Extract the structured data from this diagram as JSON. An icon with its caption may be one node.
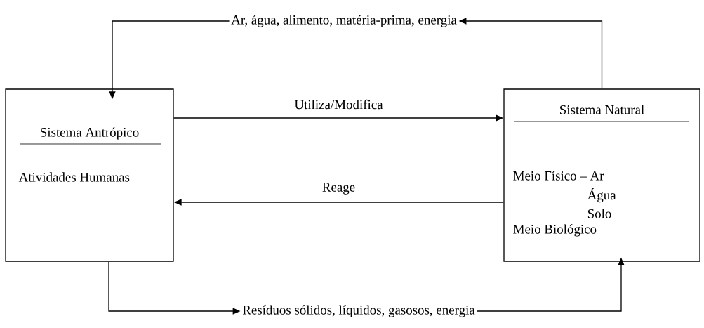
{
  "diagram": {
    "nodes": [
      {
        "text": [
          "Sistema Antrópico",
          "Atividades Humanas"
        ]
      },
      {
        "text": [
          "Sistema Natural",
          "Meio Físico – Ar",
          "Água",
          "Solo",
          "Meio Biológico"
        ]
      },
      {
        "text": [
          "Ar, água, alimento, matéria-prima, energia"
        ]
      },
      {
        "text": [
          "Resíduos sólidos, líquidos, gasosos, energia"
        ]
      }
    ],
    "edges": [
      {
        "from": 1,
        "to": 2,
        "arrow": "to"
      },
      {
        "from": 2,
        "to": 0,
        "arrow": "to"
      },
      {
        "from": 0,
        "to": 1,
        "arrow": "to",
        "label": "Utiliza/Modifica"
      },
      {
        "from": 1,
        "to": 0,
        "arrow": "to",
        "label": "Reage"
      },
      {
        "from": 0,
        "to": 3,
        "arrow": "to"
      },
      {
        "from": 3,
        "to": 1,
        "arrow": "to"
      }
    ]
  }
}
